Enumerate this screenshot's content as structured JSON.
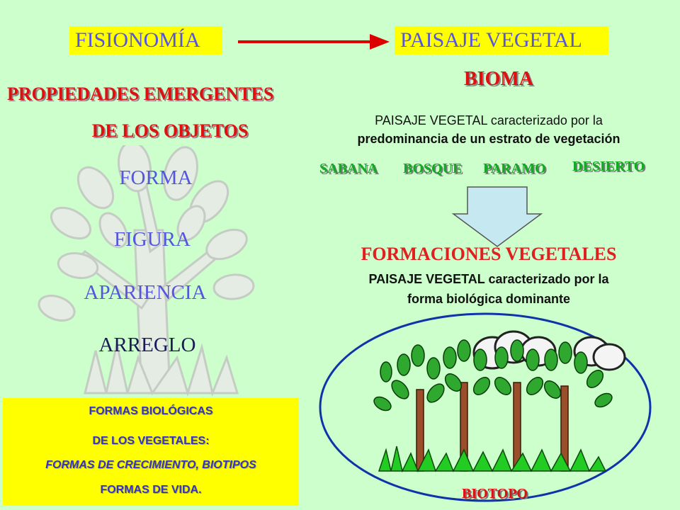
{
  "header": {
    "left_box": "FISIONOMÍA",
    "right_box": "PAISAJE VEGETAL"
  },
  "left": {
    "title_line1": "PROPIEDADES EMERGENTES",
    "title_line2": "DE LOS OBJETOS",
    "items": [
      "FORMA",
      "FIGURA",
      "APARIENCIA",
      "ARREGLO"
    ]
  },
  "forms_box": {
    "line1": "FORMAS BIOLÓGICAS",
    "line2": "DE LOS VEGETALES:",
    "line3": "FORMAS DE CRECIMIENTO, BIOTIPOS",
    "line4": "FORMAS DE VIDA."
  },
  "right": {
    "bioma_title": "BIOMA",
    "bioma_desc_line1": "PAISAJE VEGETAL  caracterizado por la",
    "bioma_desc_line2": "predominancia de un estrato de vegetación",
    "biomes": [
      "SABANA",
      "BOSQUE",
      "PARAMO",
      "DESIERTO"
    ],
    "formaciones_title": "FORMACIONES VEGETALES",
    "formaciones_desc_line1": "PAISAJE VEGETAL caracterizado por la",
    "formaciones_desc_line2": "forma biológica dominante",
    "biotopo_label": "BIOTOPO"
  },
  "colors": {
    "background": "#ccffcc",
    "box_yellow": "#ffff00",
    "title_red": "#dd1111",
    "text_blue": "#5555dd",
    "biome_green": "#11aa22",
    "arrow_red": "#dd0000",
    "ellipse_blue": "#1133aa"
  }
}
